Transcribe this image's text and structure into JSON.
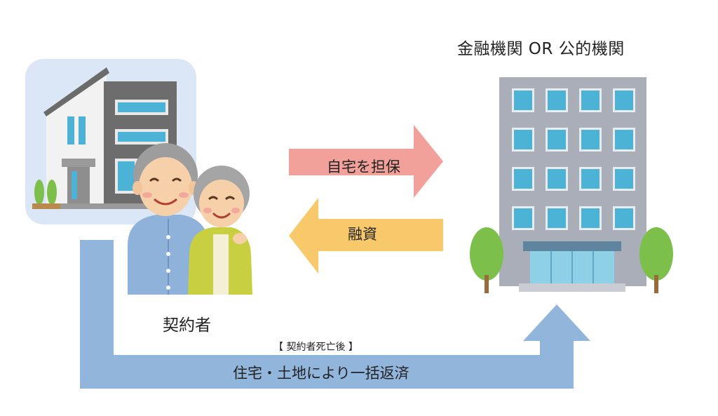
{
  "institution": {
    "label": "金融機関 OR 公的機関"
  },
  "contractor": {
    "label": "契約者"
  },
  "flows": {
    "collateral": "自宅を担保",
    "loan": "融資",
    "after_death": "【 契約者死亡後 】",
    "repayment": "住宅・土地により一括返済"
  },
  "colors": {
    "collateral_arrow": "#f2a19a",
    "loan_arrow": "#f7c96a",
    "repayment_arrow": "#92b5dc",
    "house_bg": "#dbe6f6",
    "building": "#a9aeb9",
    "window": "#4db3d6",
    "tree": "#7cc04b"
  }
}
